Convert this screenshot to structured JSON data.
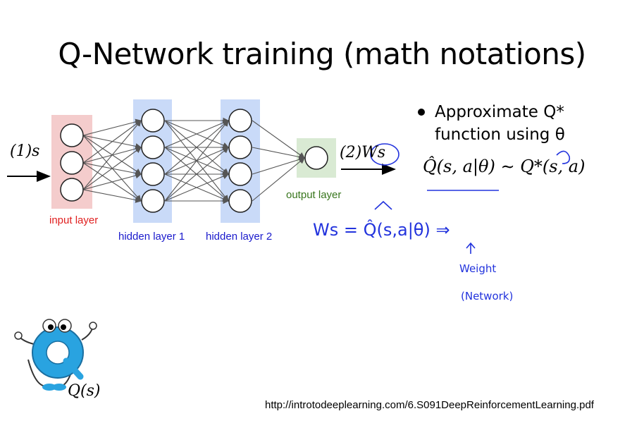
{
  "slide": {
    "title": "Q-Network training (math notations)",
    "url": "http://introtodeeplearning.com/6.S091DeepReinforcementLearning.pdf"
  },
  "network": {
    "input_label": "input layer",
    "hidden1_label": "hidden layer 1",
    "hidden2_label": "hidden layer 2",
    "output_label": "output layer",
    "input_arrow_label": "(1)s",
    "output_arrow_label": "(2)Ws",
    "colors": {
      "input": "#f4cccc",
      "hidden": "#c9daf8",
      "output": "#d9ead3",
      "input_text": "#e02020",
      "hidden_text": "#1a1acc",
      "output_text": "#38761d"
    }
  },
  "bullet": {
    "line1": "Approximate Q*",
    "line2": "function using θ",
    "formula": "Q̂(s, a|θ) ∼ Q*(s, a)"
  },
  "annotations": {
    "ws_equation": "Ws = Q̂(s,a|θ) ⇒",
    "weight": "Weight",
    "network": "(Network)",
    "colors": {
      "ink": "#2233dd"
    }
  },
  "mascot": {
    "label": "Q(s)",
    "letter": "Q",
    "colors": {
      "body": "#29a3e0"
    }
  }
}
